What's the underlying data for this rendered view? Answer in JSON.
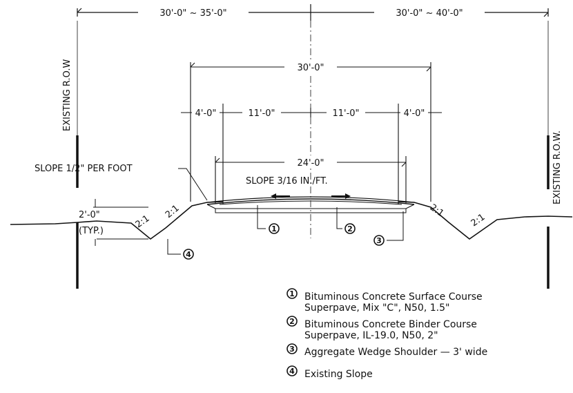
{
  "dimensions": {
    "row_left": "30'-0\" ~ 35'-0\"",
    "row_right": "30'-0\" ~ 40'-0\"",
    "overall": "30'-0\"",
    "shoulder_left": "4'-0\"",
    "lane_left": "11'-0\"",
    "lane_right": "11'-0\"",
    "shoulder_right": "4'-0\"",
    "pavement": "24'-0\"",
    "ditch_depth": "2'-0\"",
    "typ": "(TYP.)"
  },
  "labels": {
    "row_left": "EXISTING R.O.W",
    "row_right": "EXISTING R.O.W.",
    "shoulder_slope": "SLOPE 1/2\" PER FOOT",
    "pavement_slope": "SLOPE 3/16 IN./FT.",
    "side_slope": "2:1"
  },
  "callouts": [
    "1",
    "2",
    "3",
    "4"
  ],
  "legend": [
    {
      "num": "1",
      "line1": "Bituminous Concrete Surface Course",
      "line2": "Superpave, Mix \"C\", N50, 1.5\""
    },
    {
      "num": "2",
      "line1": "Bituminous Concrete Binder Course",
      "line2": "Superpave, IL-19.0, N50, 2\""
    },
    {
      "num": "3",
      "line1": "Aggregate Wedge Shoulder — 3' wide",
      "line2": ""
    },
    {
      "num": "4",
      "line1": "Existing Slope",
      "line2": ""
    }
  ]
}
